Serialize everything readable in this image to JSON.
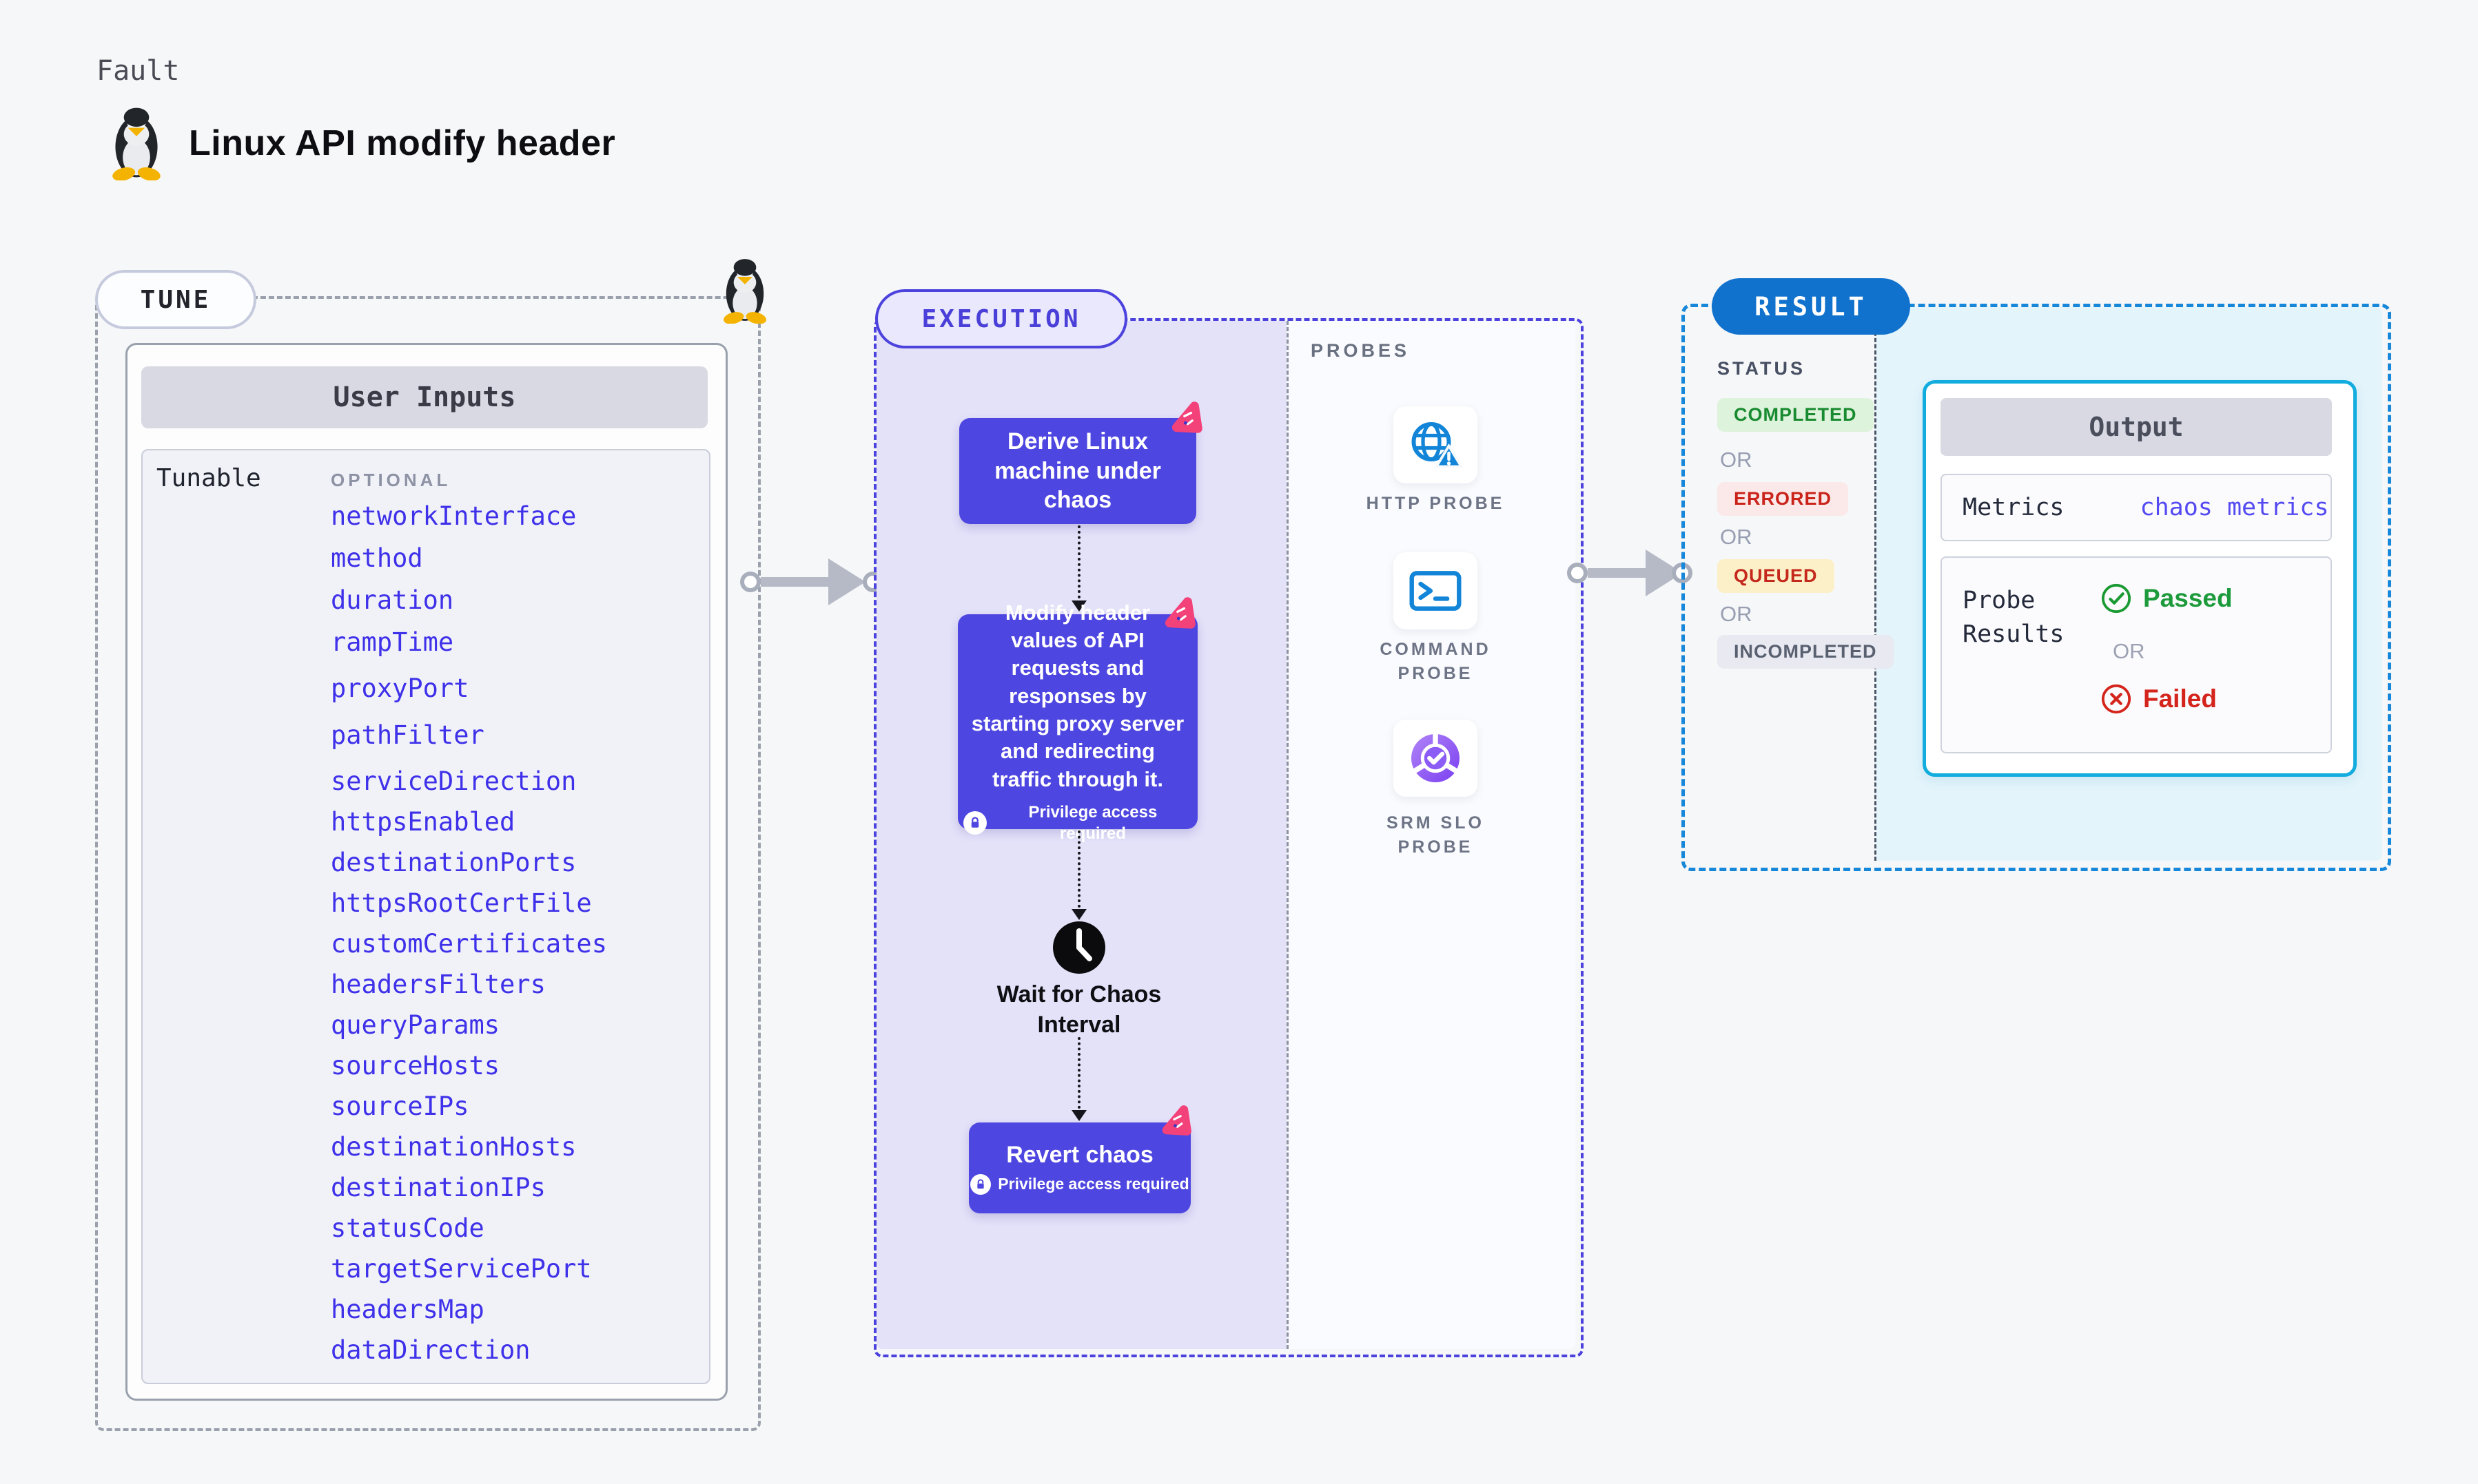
{
  "page": {
    "kind_label": "Fault",
    "title": "Linux API modify header"
  },
  "tune": {
    "badge": "TUNE",
    "header": "User Inputs",
    "row_label": "Tunable",
    "optional_label": "OPTIONAL",
    "params": [
      "networkInterface",
      "method",
      "duration",
      "rampTime",
      "proxyPort",
      "pathFilter",
      "serviceDirection",
      "httpsEnabled",
      "destinationPorts",
      "httpsRootCertFile",
      "customCertificates",
      "headersFilters",
      "queryParams",
      "sourceHosts",
      "sourceIPs",
      "destinationHosts",
      "destinationIPs",
      "statusCode",
      "targetServicePort",
      "headersMap",
      "dataDirection"
    ]
  },
  "execution": {
    "badge": "EXECUTION",
    "privilege_label": "Privilege access required",
    "steps": [
      {
        "label": "Derive Linux machine under chaos"
      },
      {
        "label": "Modify header values of API requests and responses by starting proxy server and redirecting traffic through it."
      },
      {
        "label": "Wait for Chaos Interval"
      },
      {
        "label": "Revert chaos"
      }
    ]
  },
  "probes": {
    "title": "PROBES",
    "items": [
      {
        "label": "HTTP PROBE",
        "icon": "globe-alert-icon"
      },
      {
        "label": "COMMAND PROBE",
        "icon": "terminal-icon"
      },
      {
        "label": "SRM SLO PROBE",
        "icon": "slo-donut-check-icon"
      }
    ]
  },
  "result": {
    "badge": "RESULT",
    "status_label": "STATUS",
    "or_label": "OR",
    "statuses": [
      {
        "label": "COMPLETED",
        "fg": "#188a2f",
        "bg": "#def3dc"
      },
      {
        "label": "ERRORED",
        "fg": "#c9231a",
        "bg": "#fbe9e9"
      },
      {
        "label": "QUEUED",
        "fg": "#c5281c",
        "bg": "#fcf0c8"
      },
      {
        "label": "INCOMPLETED",
        "fg": "#596070",
        "bg": "#e8e9f1"
      }
    ],
    "output": {
      "header": "Output",
      "metrics_label": "Metrics",
      "metrics_value": "chaos metrics",
      "probe_results_label": "Probe Results",
      "passed_label": "Passed",
      "failed_label": "Failed"
    }
  },
  "colors": {
    "accent_indigo": "#4e46e0",
    "accent_blue": "#1172cd",
    "accent_cyan": "#12acde",
    "accent_pink": "#f3417a",
    "link_blue": "#3e31e9",
    "passed_green": "#1d9b3c",
    "failed_red": "#d4251c"
  }
}
